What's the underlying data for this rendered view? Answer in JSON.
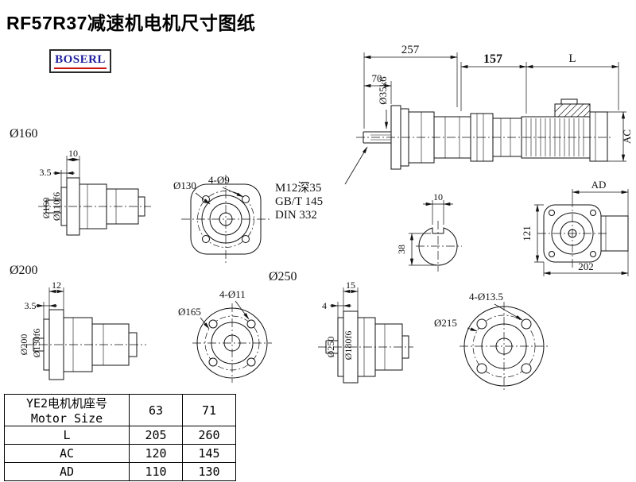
{
  "header": {
    "title": "RF57R37减速机电机尺寸图纸"
  },
  "logo": {
    "text": "BOSERL"
  },
  "colors": {
    "line": "#111111",
    "logo_text": "#1f1f9e",
    "logo_accent": "#cc1111"
  },
  "views": {
    "side_main": {
      "d257": "257",
      "d157": "157",
      "dL": "L",
      "d70": "70",
      "shaft": "Ø35k6",
      "ac": "AC",
      "note1": "M12深35",
      "note2": "GB/T 145",
      "note3": "DIN 332"
    },
    "v160": {
      "label": "Ø160",
      "d10": "10",
      "d35": "3.5",
      "od": "Ø160",
      "spigot": "Ø110f6"
    },
    "v130": {
      "pcd": "Ø130",
      "holes": "4-Ø9"
    },
    "key": {
      "width": "10",
      "height": "38"
    },
    "rear": {
      "ad": "AD",
      "d121": "121",
      "d202": "202"
    },
    "v200": {
      "label": "Ø200",
      "d12": "12",
      "d35": "3.5",
      "od": "Ø200",
      "spigot": "Ø130f6"
    },
    "v165": {
      "pcd": "Ø165",
      "holes": "4-Ø11"
    },
    "v250": {
      "label": "Ø250",
      "d15": "15",
      "d4": "4",
      "od": "Ø250",
      "spigot": "Ø180f6"
    },
    "v215": {
      "pcd": "Ø215",
      "holes": "4-Ø13.5"
    }
  },
  "table": {
    "header": {
      "line1": "YE2电机机座号",
      "line2": "Motor Size",
      "col1": "63",
      "col2": "71"
    },
    "rows": [
      {
        "label": "L",
        "v1": "205",
        "v2": "260"
      },
      {
        "label": "AC",
        "v1": "120",
        "v2": "145"
      },
      {
        "label": "AD",
        "v1": "110",
        "v2": "130"
      }
    ]
  }
}
